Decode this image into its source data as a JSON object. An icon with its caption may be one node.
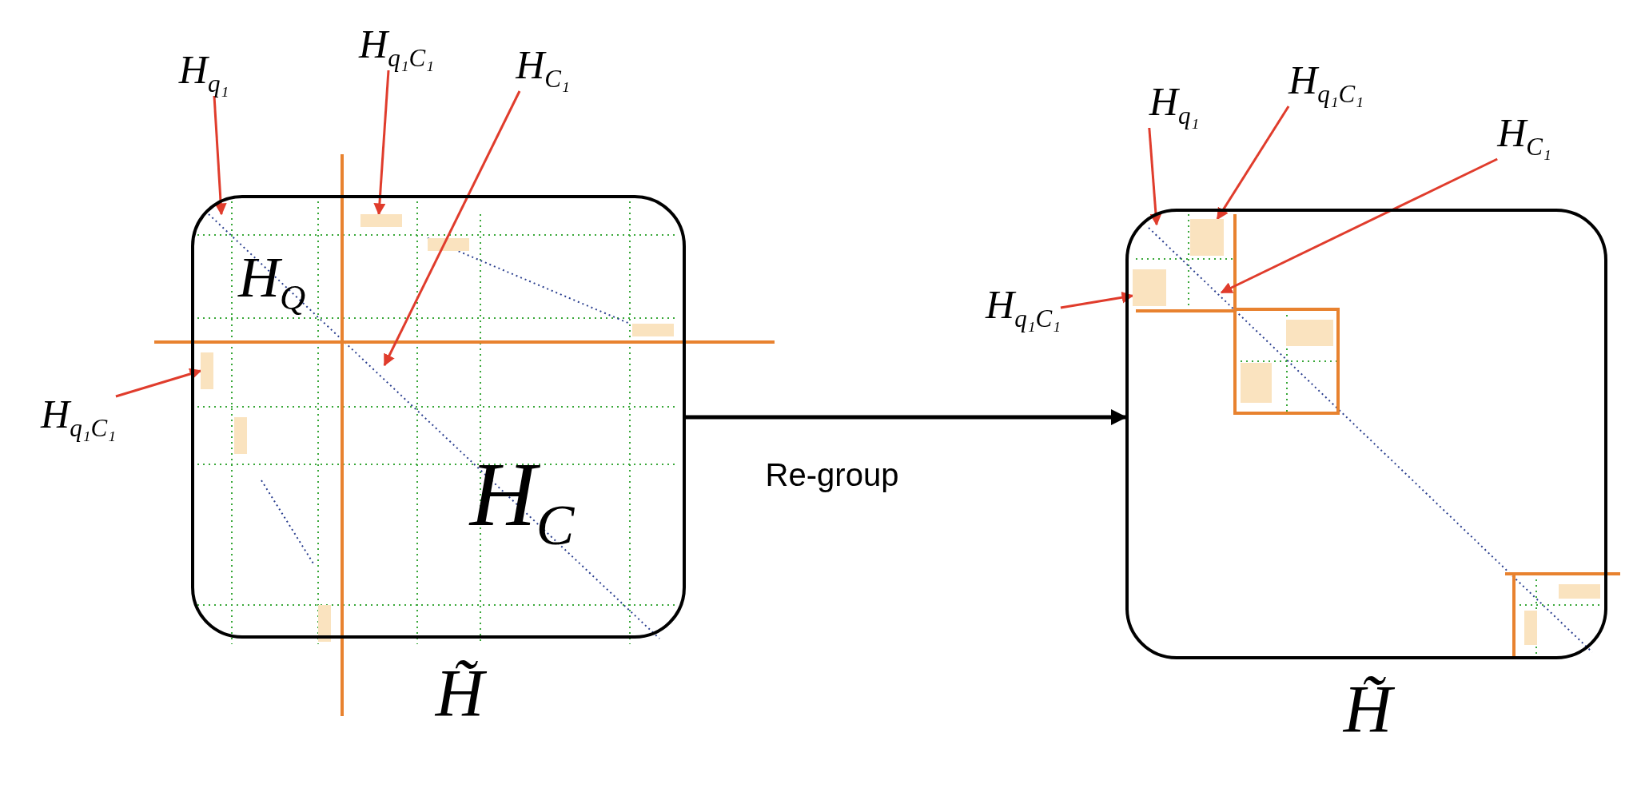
{
  "diagram": {
    "nodes": [
      {
        "text": [
          "H$_{Q}$",
          "H$_{C}$",
          "H̃"
        ]
      },
      {
        "text": [],
        "shape": "box",
        "in": 0
      },
      {
        "text": [],
        "shape": "box",
        "in": 0
      },
      {
        "text": [
          "H$_{q₁}$"
        ]
      },
      {
        "text": [
          "H$_{q₁C₁}$"
        ]
      },
      {
        "text": [
          "H$_{C₁}$"
        ]
      },
      {
        "text": [
          "H$_{q₁C₁}$"
        ]
      },
      {
        "text": [
          "H̃"
        ]
      },
      {
        "text": [],
        "shape": "box",
        "in": 7
      },
      {
        "text": [],
        "shape": "box",
        "in": 7
      },
      {
        "text": [
          "H$_{q₁}$"
        ]
      },
      {
        "text": [
          "H$_{q₁C₁}$"
        ]
      },
      {
        "text": [
          "H$_{C₁}$"
        ]
      },
      {
        "text": [
          "H$_{q₁C₁}$"
        ]
      }
    ],
    "edges": [
      {
        "from": 3,
        "to": 0,
        "arrow": "to"
      },
      {
        "from": 4,
        "to": 1,
        "arrow": "to"
      },
      {
        "from": 5,
        "to": 0,
        "arrow": "to"
      },
      {
        "from": 6,
        "to": 2,
        "arrow": "to"
      },
      {
        "from": 0,
        "to": 7,
        "arrow": "to",
        "label": "Re-group",
        "color": "#000000"
      },
      {
        "from": 10,
        "to": 7,
        "arrow": "to"
      },
      {
        "from": 11,
        "to": 8,
        "arrow": "to"
      },
      {
        "from": 12,
        "to": 7,
        "arrow": "to"
      },
      {
        "from": 13,
        "to": 9,
        "arrow": "to"
      }
    ]
  }
}
